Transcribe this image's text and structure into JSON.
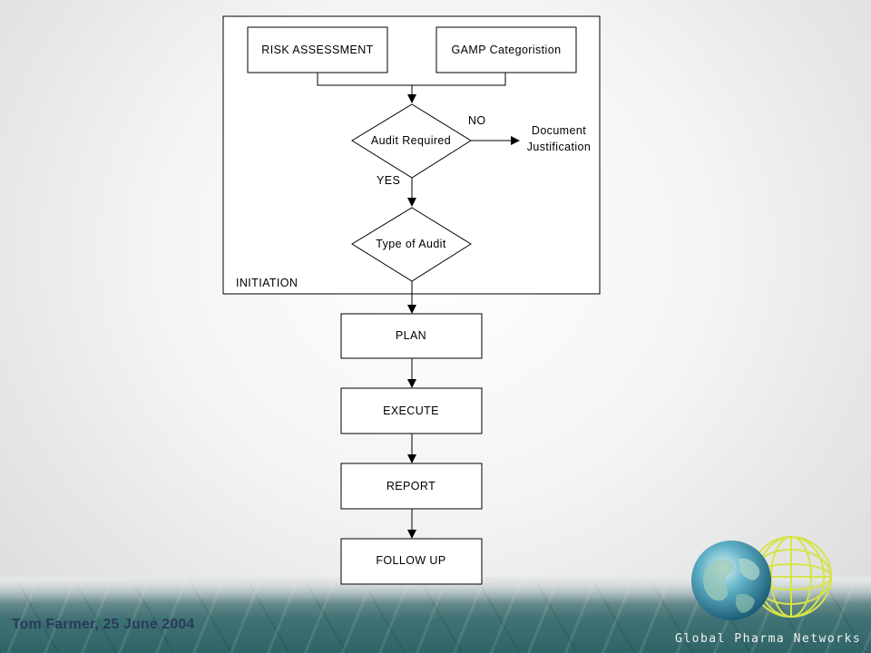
{
  "diagram": {
    "initiation_label": "INITIATION",
    "risk_assessment": "RISK ASSESSMENT",
    "gamp_categorisation": "GAMP Categoristion",
    "audit_required": "Audit Required",
    "no_label": "NO",
    "yes_label": "YES",
    "document_justification_line1": "Document",
    "document_justification_line2": "Justification",
    "type_of_audit": "Type of Audit",
    "plan": "PLAN",
    "execute": "EXECUTE",
    "report": "REPORT",
    "follow_up": "FOLLOW UP"
  },
  "footer": {
    "author_date": "Tom Farmer, 25 June 2004",
    "brand": "Global Pharma Networks",
    "logo_icon": "twin-globes-icon"
  }
}
